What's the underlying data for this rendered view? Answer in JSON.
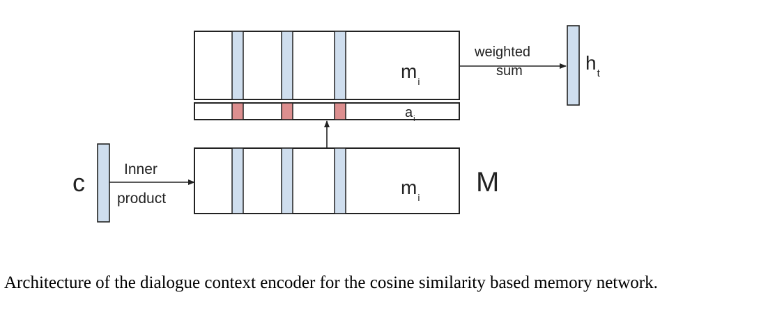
{
  "diagram": {
    "top_memory_label": "m",
    "top_memory_subscript": "i",
    "attention_label": "a",
    "attention_subscript": "i",
    "bottom_memory_label": "m",
    "bottom_memory_subscript": "i",
    "memory_name": "M",
    "context_label": "c",
    "inner_product_line1": "Inner",
    "inner_product_line2": "product",
    "weighted_sum_line1": "weighted",
    "weighted_sum_line2": "sum",
    "output_label": "h",
    "output_subscript": "t"
  },
  "colors": {
    "slot_fill": "#cfdeee",
    "attention_fill": "#dd8f8f",
    "stroke": "#222222"
  },
  "caption": "Architecture of the dialogue context encoder for the cosine similarity based memory network."
}
